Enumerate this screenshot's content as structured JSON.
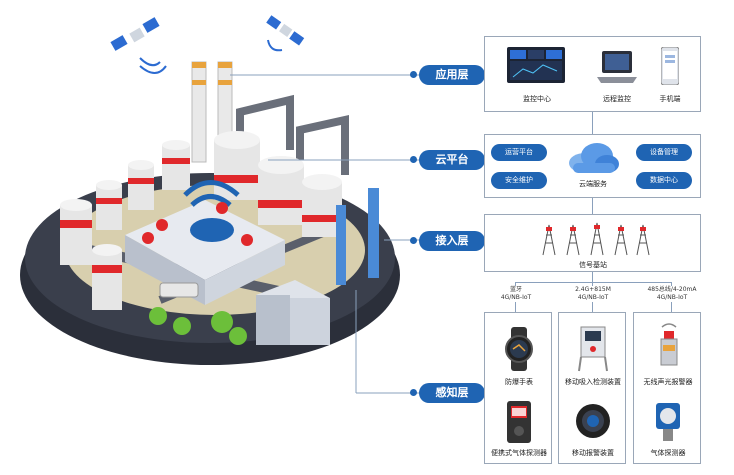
{
  "layers": {
    "application": {
      "label": "应用层",
      "devices": [
        "监控中心",
        "远程监控",
        "手机端"
      ]
    },
    "cloud": {
      "label": "云平台",
      "left_items": [
        "运营平台",
        "安全维护"
      ],
      "center": "云端服务",
      "right_items": [
        "设备管理",
        "数据中心"
      ]
    },
    "access": {
      "label": "接入层",
      "caption": "信号基站"
    },
    "perception": {
      "label": "感知层",
      "columns": [
        {
          "protocol": "蓝牙\n4G/NB-IoT",
          "items": [
            "防爆手表",
            "便携式气体探测器"
          ]
        },
        {
          "protocol": "2.4G+815M\n4G/NB-IoT",
          "items": [
            "移动吸入检测装置",
            "移动报警装置"
          ]
        },
        {
          "protocol": "485总线/4-20mA\n4G/NB-IoT",
          "items": [
            "无线声光报警器",
            "气体探测器"
          ]
        }
      ]
    }
  },
  "colors": {
    "accent": "#1f64b3",
    "line": "#8aa0bc",
    "red": "#e0282b"
  }
}
